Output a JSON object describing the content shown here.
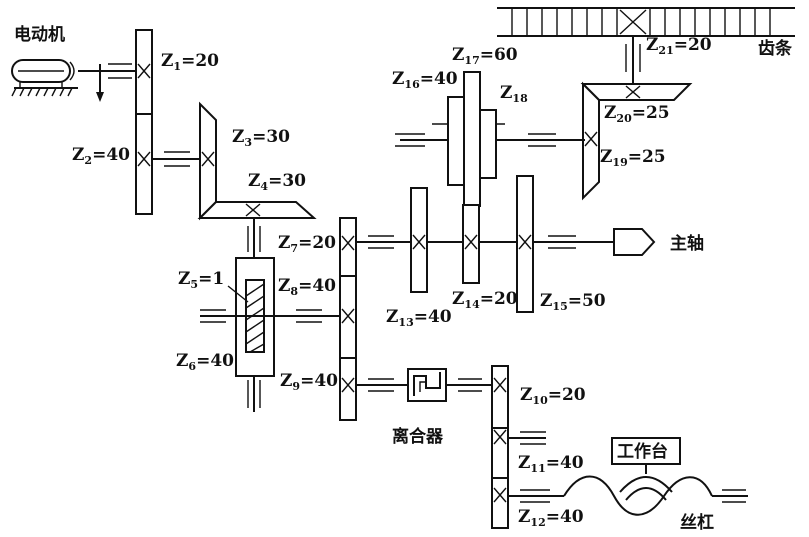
{
  "labels": {
    "motor": "电动机",
    "rack": "齿条",
    "spindle": "主轴",
    "clutch": "离合器",
    "worktable": "工作台",
    "leadscrew": "丝杠"
  },
  "gears": {
    "z1": {
      "sym": "Z",
      "sub": "1",
      "eq": "=20"
    },
    "z2": {
      "sym": "Z",
      "sub": "2",
      "eq": "=40"
    },
    "z3": {
      "sym": "Z",
      "sub": "3",
      "eq": "=30"
    },
    "z4": {
      "sym": "Z",
      "sub": "4",
      "eq": "=30"
    },
    "z5": {
      "sym": "Z",
      "sub": "5",
      "eq": "=1"
    },
    "z6": {
      "sym": "Z",
      "sub": "6",
      "eq": "=40"
    },
    "z7": {
      "sym": "Z",
      "sub": "7",
      "eq": "=20"
    },
    "z8": {
      "sym": "Z",
      "sub": "8",
      "eq": "=40"
    },
    "z9": {
      "sym": "Z",
      "sub": "9",
      "eq": "=40"
    },
    "z10": {
      "sym": "Z",
      "sub": "10",
      "eq": "=20"
    },
    "z11": {
      "sym": "Z",
      "sub": "11",
      "eq": "=40"
    },
    "z12": {
      "sym": "Z",
      "sub": "12",
      "eq": "=40"
    },
    "z13": {
      "sym": "Z",
      "sub": "13",
      "eq": "=40"
    },
    "z14": {
      "sym": "Z",
      "sub": "14",
      "eq": "=20"
    },
    "z15": {
      "sym": "Z",
      "sub": "15",
      "eq": "=50"
    },
    "z16": {
      "sym": "Z",
      "sub": "16",
      "eq": "=40"
    },
    "z17": {
      "sym": "Z",
      "sub": "17",
      "eq": "=60"
    },
    "z18": {
      "sym": "Z",
      "sub": "18",
      "eq": ""
    },
    "z19": {
      "sym": "Z",
      "sub": "19",
      "eq": "=25"
    },
    "z20": {
      "sym": "Z",
      "sub": "20",
      "eq": "=25"
    },
    "z21": {
      "sym": "Z",
      "sub": "21",
      "eq": "=20"
    }
  }
}
